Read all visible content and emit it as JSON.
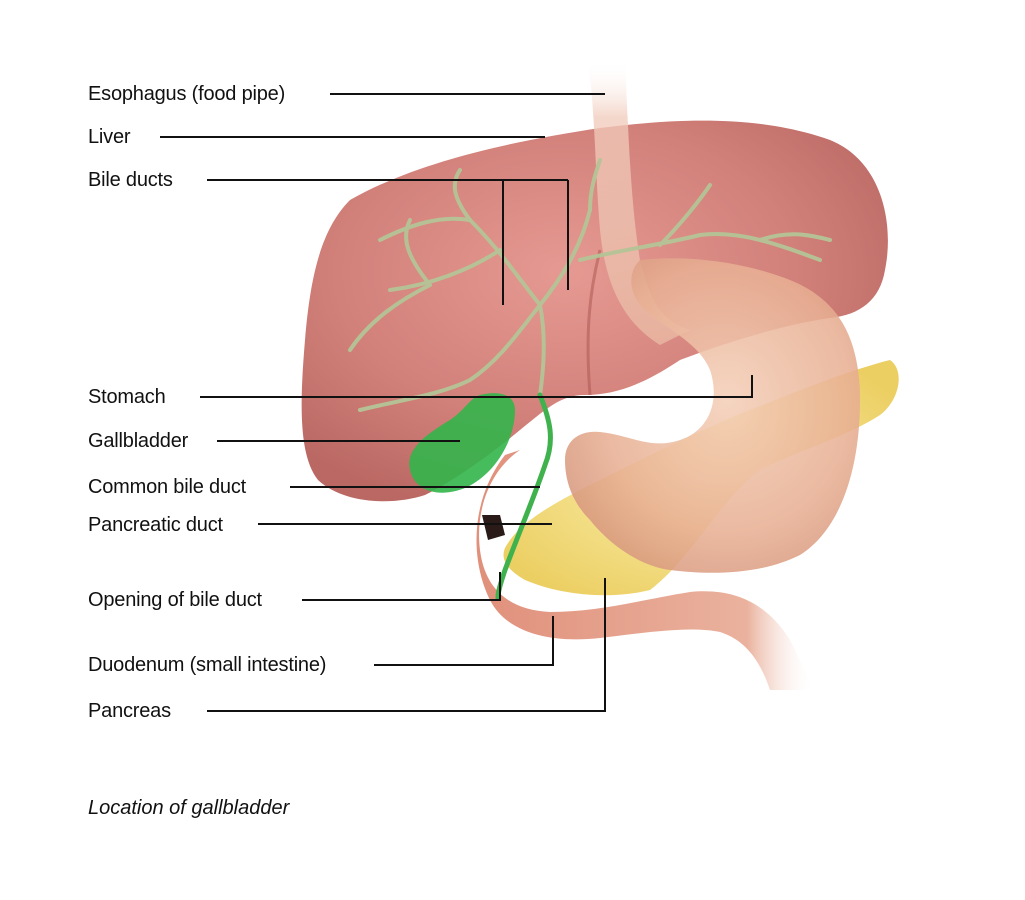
{
  "labels": {
    "esophagus": "Esophagus (food pipe)",
    "liver": "Liver",
    "bile_ducts": "Bile ducts",
    "stomach": "Stomach",
    "gallbladder": "Gallbladder",
    "common_bile_duct": "Common bile duct",
    "pancreatic_duct": "Pancreatic duct",
    "opening_of_bile_duct": "Opening of bile duct",
    "duodenum": "Duodenum (small intestine)",
    "pancreas": "Pancreas"
  },
  "caption": "Location of gallbladder",
  "colors": {
    "liver": "#c9716b",
    "stomach": "#e9b49a",
    "pancreas": "#f3de7c",
    "gallbladder": "#2fb34a",
    "duodenum": "#e9a58f",
    "ducts": "#b7c79a",
    "leader_lines": "#111111"
  }
}
